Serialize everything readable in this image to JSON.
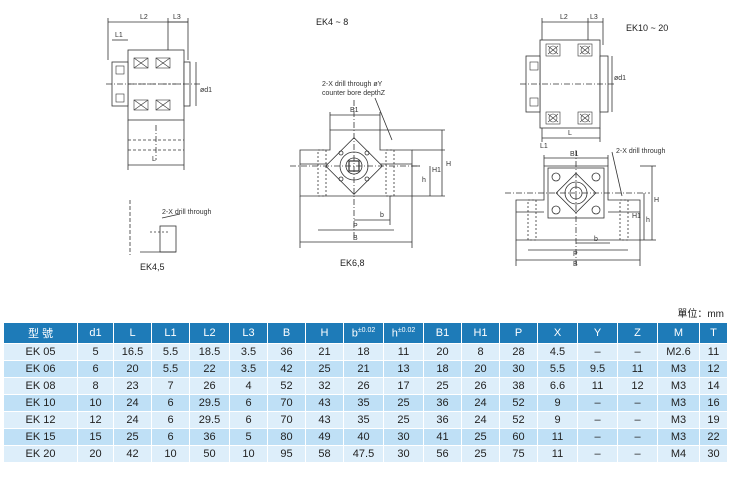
{
  "drawings": {
    "title_left": "EK4 ~ 8",
    "title_right": "EK10 ~ 20",
    "caption_ek45": "EK4,5",
    "caption_ek68": "EK6,8",
    "note_drill_counter": "2-X drill through øY",
    "note_counter_bore": "counter bore depthZ",
    "note_drill_through_a": "2-X drill through",
    "note_drill_through_b": "2-X drill through",
    "dims": {
      "L2": "L2",
      "L3": "L3",
      "L1": "L1",
      "L": "L",
      "d1": "ød1",
      "B1": "B1",
      "H1": "H1",
      "H": "H",
      "h": "h",
      "b": "b",
      "P": "P",
      "B": "B",
      "L2b": "L2",
      "L3b": "L3",
      "L1b": "L1",
      "Lb": "L",
      "d1b": "ød1",
      "B1b": "B1",
      "H1b": "H1",
      "Hb": "H",
      "hb": "h",
      "bb": "b",
      "Pb": "P",
      "Bb": "B"
    }
  },
  "unit_label": "單位：mm",
  "table": {
    "headers": [
      "型 號",
      "d1",
      "L",
      "L1",
      "L2",
      "L3",
      "B",
      "H",
      "b",
      "h",
      "B1",
      "H1",
      "P",
      "X",
      "Y",
      "Z",
      "M",
      "T"
    ],
    "tol_b": "±0.02",
    "tol_h": "±0.02",
    "rows": [
      [
        "EK 05",
        "5",
        "16.5",
        "5.5",
        "18.5",
        "3.5",
        "36",
        "21",
        "18",
        "11",
        "20",
        "8",
        "28",
        "4.5",
        "–",
        "–",
        "M2.6",
        "11"
      ],
      [
        "EK 06",
        "6",
        "20",
        "5.5",
        "22",
        "3.5",
        "42",
        "25",
        "21",
        "13",
        "18",
        "20",
        "30",
        "5.5",
        "9.5",
        "11",
        "M3",
        "12"
      ],
      [
        "EK 08",
        "8",
        "23",
        "7",
        "26",
        "4",
        "52",
        "32",
        "26",
        "17",
        "25",
        "26",
        "38",
        "6.6",
        "11",
        "12",
        "M3",
        "14"
      ],
      [
        "EK 10",
        "10",
        "24",
        "6",
        "29.5",
        "6",
        "70",
        "43",
        "35",
        "25",
        "36",
        "24",
        "52",
        "9",
        "–",
        "–",
        "M3",
        "16"
      ],
      [
        "EK 12",
        "12",
        "24",
        "6",
        "29.5",
        "6",
        "70",
        "43",
        "35",
        "25",
        "36",
        "24",
        "52",
        "9",
        "–",
        "–",
        "M3",
        "19"
      ],
      [
        "EK 15",
        "15",
        "25",
        "6",
        "36",
        "5",
        "80",
        "49",
        "40",
        "30",
        "41",
        "25",
        "60",
        "11",
        "–",
        "–",
        "M3",
        "22"
      ],
      [
        "EK 20",
        "20",
        "42",
        "10",
        "50",
        "10",
        "95",
        "58",
        "47.5",
        "30",
        "56",
        "25",
        "75",
        "11",
        "–",
        "–",
        "M4",
        "30"
      ]
    ]
  }
}
